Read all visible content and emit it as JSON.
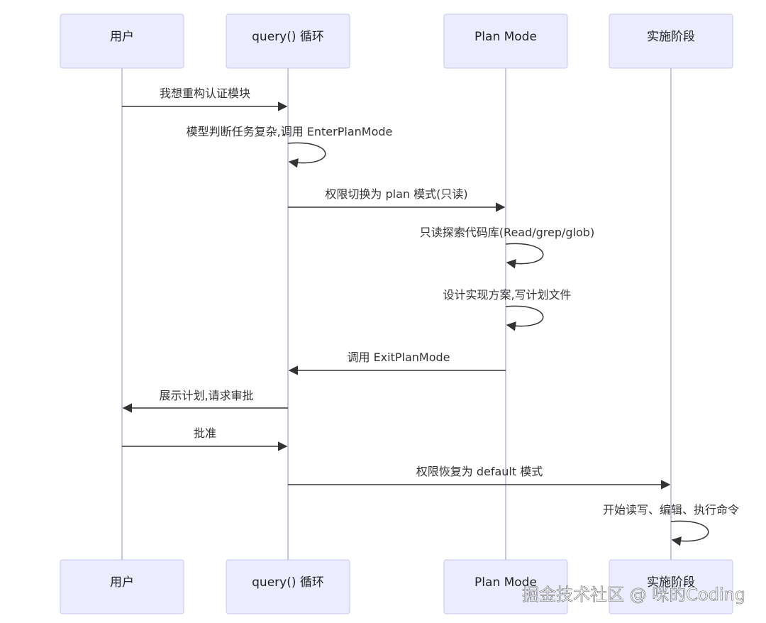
{
  "participants": [
    {
      "id": "user",
      "label": "用户"
    },
    {
      "id": "query",
      "label": "query() 循环"
    },
    {
      "id": "plan",
      "label": "Plan Mode"
    },
    {
      "id": "impl",
      "label": "实施阶段"
    }
  ],
  "messages": [
    {
      "from": "user",
      "to": "query",
      "text": "我想重构认证模块"
    },
    {
      "from": "query",
      "to": "query",
      "text": "模型判断任务复杂,调用 EnterPlanMode"
    },
    {
      "from": "query",
      "to": "plan",
      "text": "权限切换为 plan 模式(只读)"
    },
    {
      "from": "plan",
      "to": "plan",
      "text": "只读探索代码库(Read/grep/glob)"
    },
    {
      "from": "plan",
      "to": "plan",
      "text": "设计实现方案,写计划文件"
    },
    {
      "from": "plan",
      "to": "query",
      "text": "调用 ExitPlanMode"
    },
    {
      "from": "query",
      "to": "user",
      "text": "展示计划,请求审批"
    },
    {
      "from": "user",
      "to": "query",
      "text": "批准"
    },
    {
      "from": "query",
      "to": "impl",
      "text": "权限恢复为 default 模式"
    },
    {
      "from": "impl",
      "to": "impl",
      "text": "开始读写、编辑、执行命令"
    }
  ],
  "watermark": "掘金技术社区 @ 咪的Coding"
}
